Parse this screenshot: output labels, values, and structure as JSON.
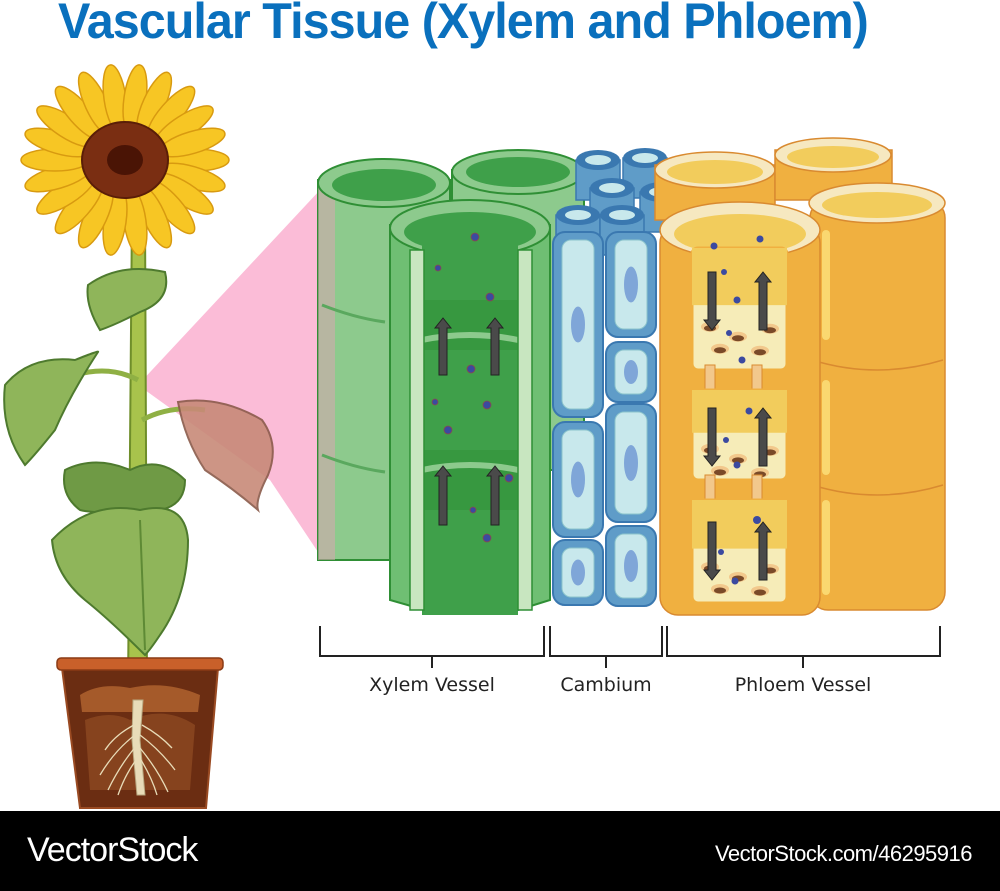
{
  "title": "Vascular Tissue (Xylem and Phloem)",
  "labels": {
    "xylem": "Xylem Vessel",
    "cambium": "Cambium",
    "phloem": "Phloem Vessel"
  },
  "flow": {
    "xylem_direction": "up",
    "phloem_directions": [
      "down",
      "up"
    ]
  },
  "colors": {
    "title": "#0a70bd",
    "xylem": "#3f9e45",
    "cambium": "#4f8fc4",
    "phloem": "#f0b040",
    "zoom_highlight": "#fbb5d3",
    "arrow": "#4a4a4a",
    "particle": "#3b4aa0"
  },
  "footer": {
    "brand": "VectorStock",
    "url": "VectorStock.com/46295916"
  }
}
